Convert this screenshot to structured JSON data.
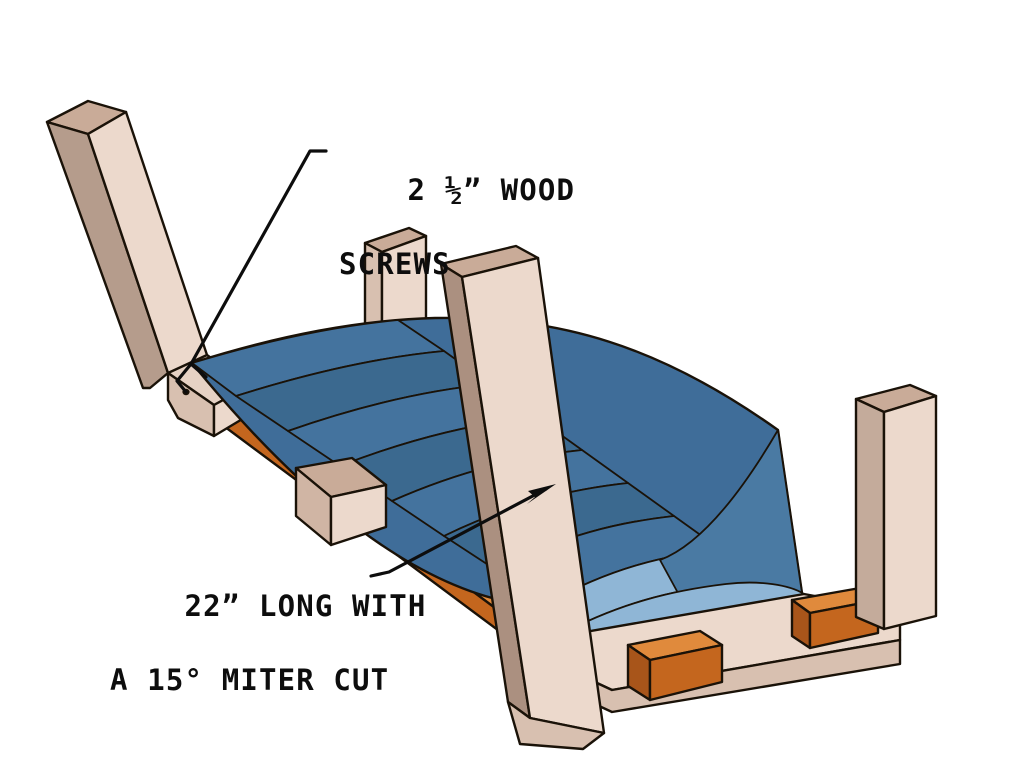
{
  "document": {
    "kind": "woodworking-assembly-diagram",
    "title": "Bench seat frame assembly",
    "background_color": "#ffffff"
  },
  "annotations": [
    {
      "id": "wood-screws",
      "line1": "2 ½” WOOD",
      "line2": "SCREWS",
      "leader": "from label down-left to screw hole on left leg top block"
    },
    {
      "id": "miter-cut",
      "line1": "22” LONG WITH",
      "line2": "A 15° MITER CUT",
      "leader": "from label right to arrowhead on center leg"
    }
  ],
  "palette": {
    "outline": "#1a1208",
    "slat_top": "#3f6d99",
    "slat_top_alt": "#44739e",
    "slat_top_dark": "#35607f",
    "slat_end": "#8fb6d6",
    "slat_end_dark": "#7aa5c9",
    "rail_orange": "#c4661e",
    "rail_orange_light": "#e08a3c",
    "rail_orange_dark": "#a8551a",
    "wood_tan": "#ecd9cc",
    "wood_tan_shade": "#d8c0b0",
    "wood_tan_dark": "#a38a7a",
    "wood_tan_top": "#c9ab98",
    "text": "#0d0d0d",
    "white": "#ffffff"
  },
  "parts": [
    {
      "name": "back-left-leg",
      "material": "wood_tan",
      "note": "tilted back leg, upper left"
    },
    {
      "name": "back-center-post",
      "material": "wood_tan",
      "note": "short post behind deck"
    },
    {
      "name": "front-center-leg",
      "material": "wood_tan",
      "note": "tall leg crossing the deck, target of miter annotation"
    },
    {
      "name": "front-right-leg",
      "material": "wood_tan",
      "note": "vertical leg at right"
    },
    {
      "name": "front-left-stub",
      "material": "wood_tan",
      "note": "short stub projecting toward viewer"
    },
    {
      "name": "seat-slats",
      "material": "slat_top",
      "count": 9,
      "note": "blue painted slats with curved ends"
    },
    {
      "name": "back-side-rail",
      "material": "rail_orange",
      "note": "orange rail behind deck"
    },
    {
      "name": "front-side-rail",
      "material": "wood_tan",
      "note": "tan front apron rail"
    },
    {
      "name": "cleat-block-left",
      "material": "rail_orange",
      "note": "orange block under front rail"
    },
    {
      "name": "cleat-block-right",
      "material": "rail_orange",
      "note": "orange block under front rail right"
    }
  ],
  "hardware": [
    {
      "name": "screw-hole",
      "shape": "dot",
      "location": "left leg top block"
    }
  ]
}
